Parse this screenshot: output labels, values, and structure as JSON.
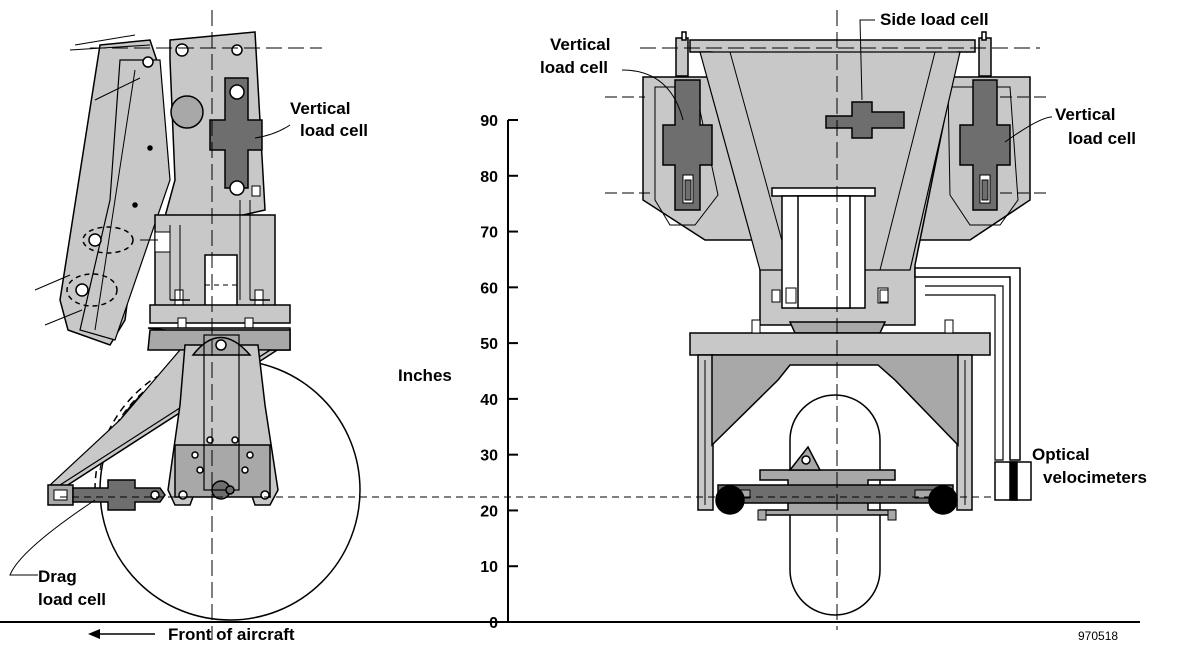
{
  "labels": {
    "vertical_load_cell_left_l1": "Vertical",
    "vertical_load_cell_left_l2": "load cell",
    "vertical_load_cell_top_l1": "Vertical",
    "vertical_load_cell_top_l2": "load cell",
    "side_load_cell": "Side load cell",
    "vertical_load_cell_right_l1": "Vertical",
    "vertical_load_cell_right_l2": "load cell",
    "drag_load_cell_l1": "Drag",
    "drag_load_cell_l2": "load cell",
    "front_of_aircraft": "Front of aircraft",
    "optical_velocimeters_l1": "Optical",
    "optical_velocimeters_l2": "velocimeters",
    "inches": "Inches",
    "figure_number": "970518"
  },
  "axis": {
    "ticks": [
      "0",
      "10",
      "20",
      "30",
      "40",
      "50",
      "60",
      "70",
      "80",
      "90"
    ]
  },
  "colors": {
    "light_gray": "#c8c8c8",
    "dark_gray": "#6e6e6e",
    "mid_gray": "#a8a8a8",
    "line": "#000000"
  }
}
